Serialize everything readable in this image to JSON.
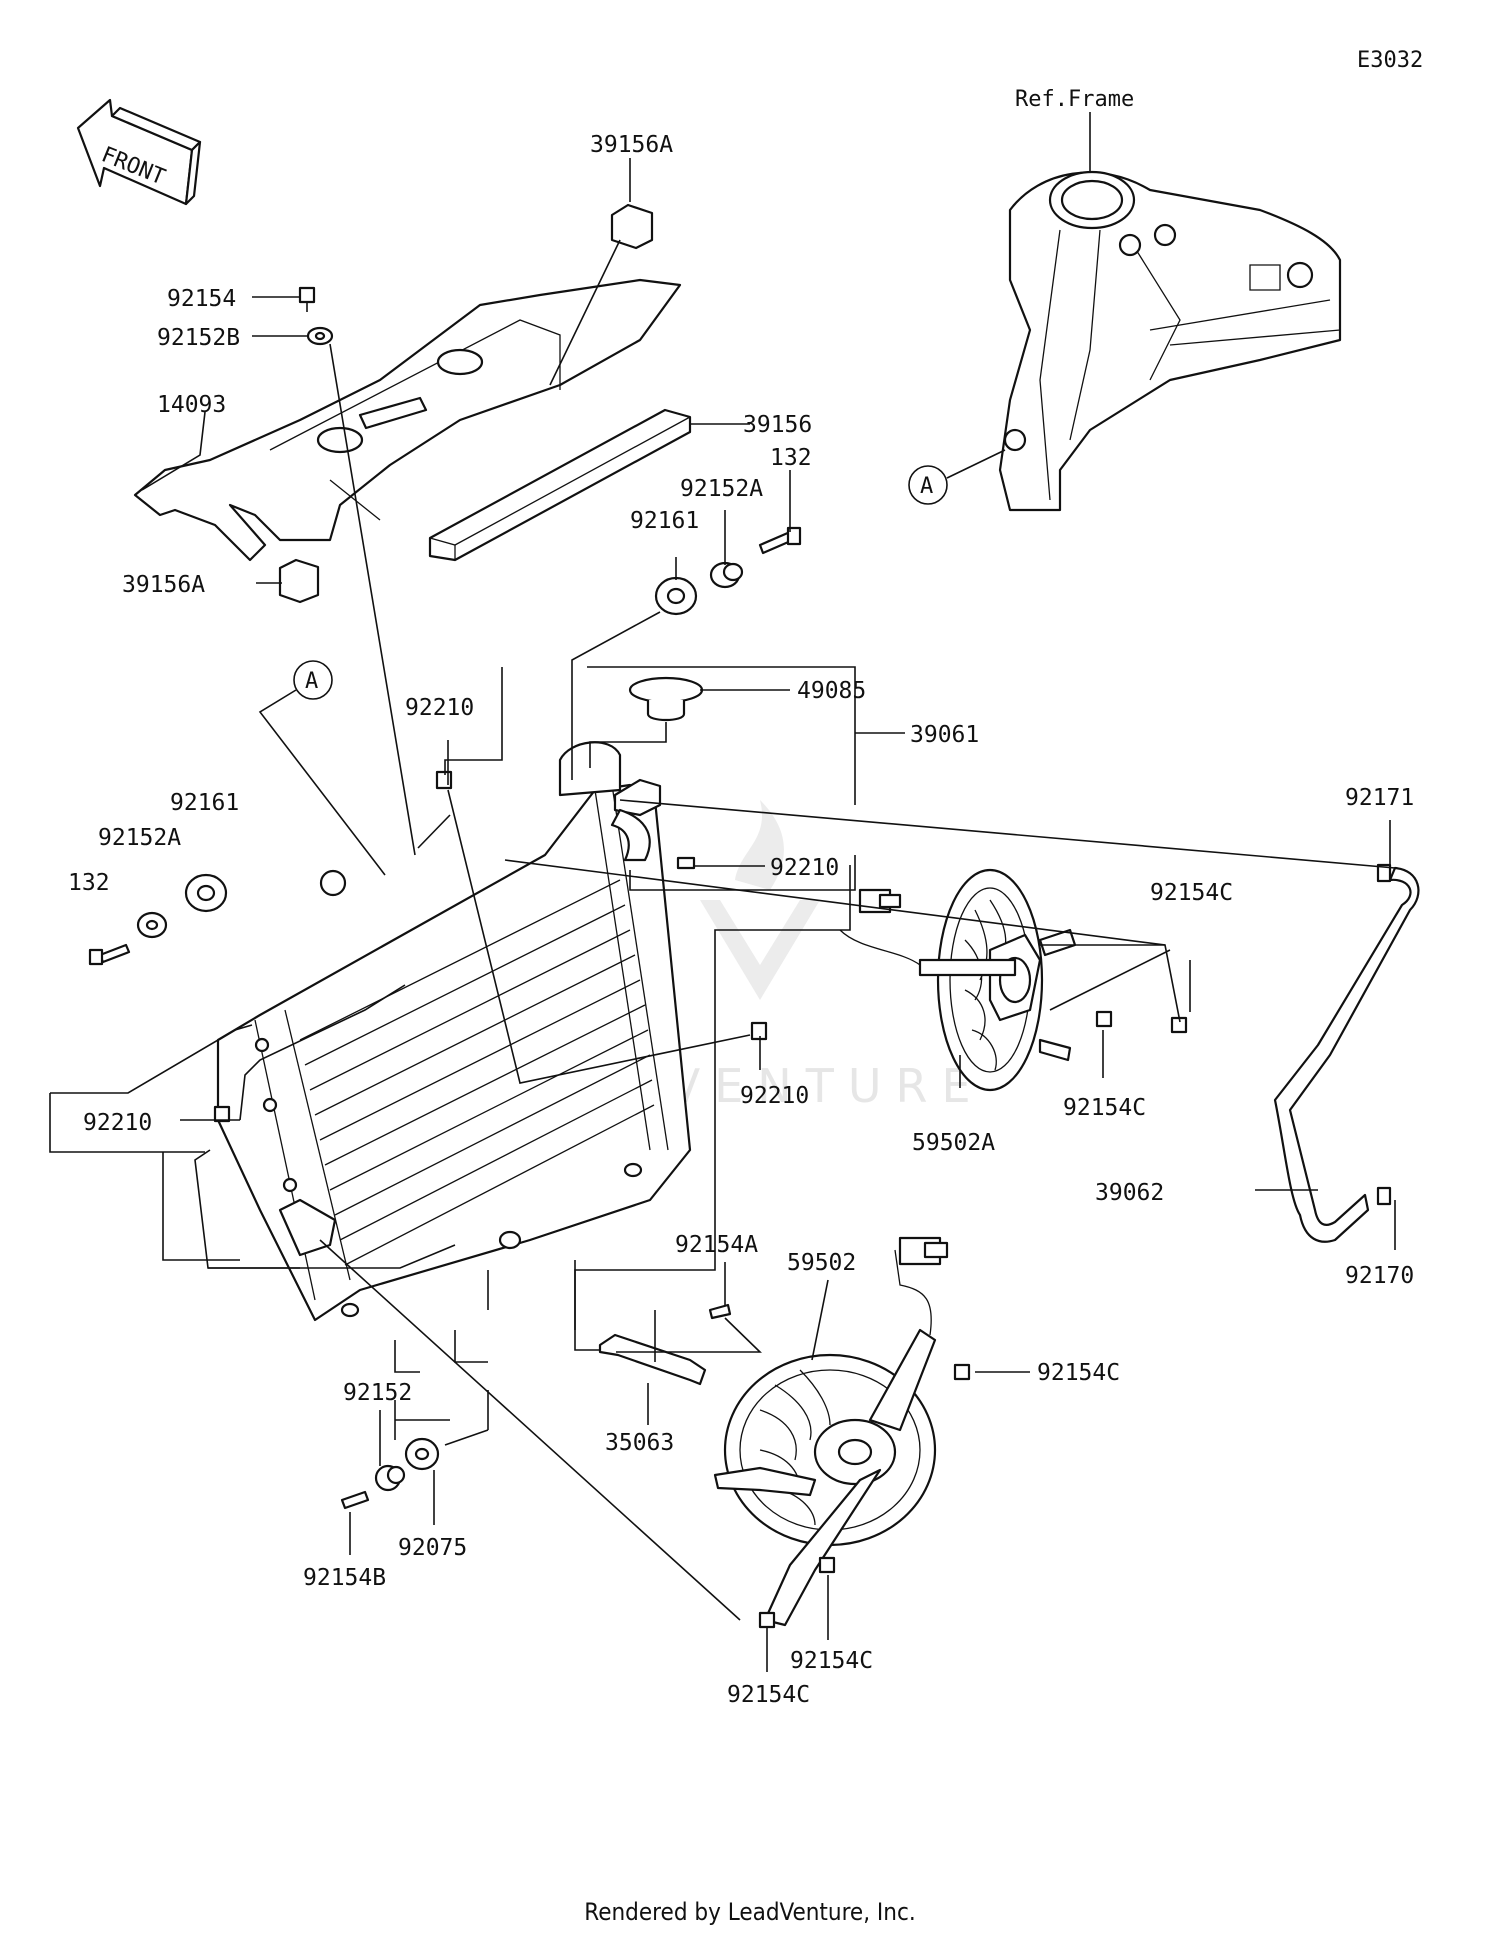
{
  "diagram": {
    "code": "E3032",
    "front_label": "FRONT",
    "ref_frame": "Ref.Frame",
    "watermark": "LEADVENTURE",
    "ref_marker": "A",
    "parts": {
      "p39156A_top": "39156A",
      "p92154": "92154",
      "p92152B": "92152B",
      "p14093": "14093",
      "p39156": "39156",
      "p132_top": "132",
      "p92152A_top": "92152A",
      "p92161_top": "92161",
      "p39156A_left": "39156A",
      "p49085": "49085",
      "p39061": "39061",
      "p92210_a": "92210",
      "p92161_left": "92161",
      "p92152A_left": "92152A",
      "p132_left": "132",
      "p92210_b": "92210",
      "p92171": "92171",
      "p92154C_a": "92154C",
      "p92154C_b": "92154C",
      "p59502A": "59502A",
      "p92210_c": "92210",
      "p92210_d": "92210",
      "p39062": "39062",
      "p92170": "92170",
      "p92154A": "92154A",
      "p59502": "59502",
      "p92154C_c": "92154C",
      "p35063": "35063",
      "p92152": "92152",
      "p92075": "92075",
      "p92154B": "92154B",
      "p92154C_d": "92154C",
      "p92154C_e": "92154C"
    }
  },
  "footer": "Rendered by LeadVenture, Inc."
}
